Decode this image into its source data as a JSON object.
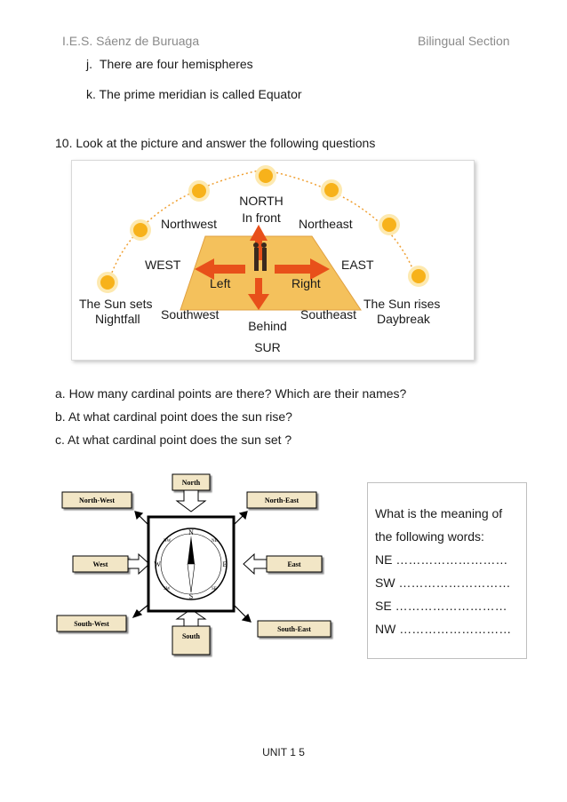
{
  "header": {
    "school": "I.E.S. Sáenz de Buruaga",
    "section": "Bilingual Section"
  },
  "statements": [
    {
      "label": "j.",
      "text": "There are four hemispheres"
    },
    {
      "label": "k.",
      "text": "The prime meridian is called Equator"
    }
  ],
  "question10": "10. Look at the picture and answer the following questions",
  "picture_labels": {
    "north": "NORTH",
    "in_front": "In front",
    "northwest": "Northwest",
    "northeast": "Northeast",
    "west": "WEST",
    "east": "EAST",
    "left": "Left",
    "right": "Right",
    "sun_sets": "The Sun sets",
    "nightfall": "Nightfall",
    "southwest": "Southwest",
    "behind": "Behind",
    "southeast": "Southeast",
    "sun_rises": "The Sun rises",
    "daybreak": "Daybreak",
    "sur": "SUR"
  },
  "subquestions": [
    {
      "label": "a.",
      "text": "How many cardinal points are there? Which are their names?"
    },
    {
      "label": "b.",
      "text": "At what cardinal point does the sun rise?"
    },
    {
      "label": "c.",
      "text": "At what cardinal point does the sun set ?"
    }
  ],
  "compass_labels": {
    "north": "North",
    "south": "South",
    "east": "East",
    "west": "West",
    "north_west": "North-West",
    "north_east": "North-East",
    "south_west": "South-West",
    "south_east": "South-East",
    "dial_n": "N",
    "dial_s": "S",
    "dial_e": "E",
    "dial_w": "W",
    "dial_nw": "NW",
    "dial_ne": "NE",
    "dial_sw": "SW",
    "dial_se": "SE"
  },
  "meaning_box": {
    "intro1": "What is the meaning of",
    "intro2": "the following words:",
    "items": [
      "NE  ………………………",
      "SW ………………………",
      "SE ………………………",
      "NW ………………………"
    ]
  },
  "footer": "UNIT 1   5",
  "colors": {
    "sun": "#f7b21b",
    "platform": "#f4c15c",
    "arrow": "#e8501a",
    "card_fill": "#f2e6c6"
  }
}
